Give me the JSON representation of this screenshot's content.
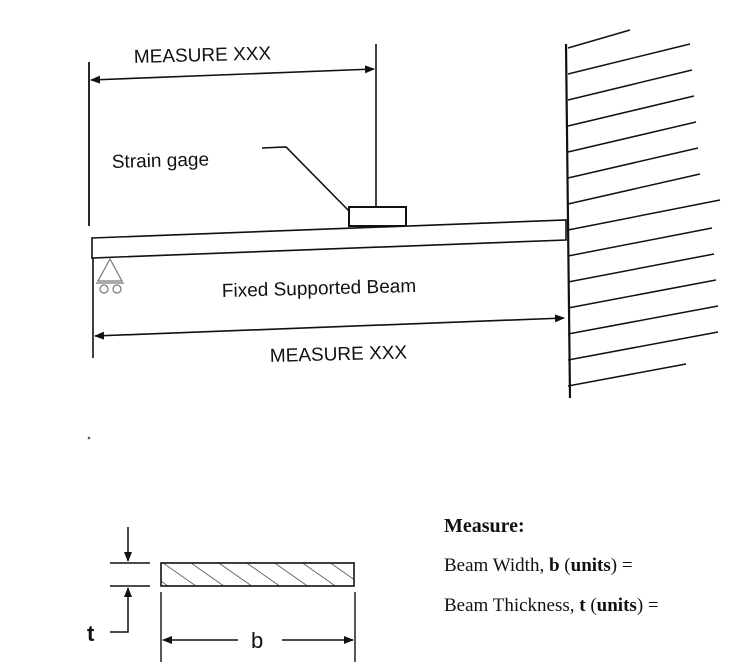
{
  "diagram": {
    "top_measure_label": "MEASURE XXX",
    "strain_gage_label": "Strain gage",
    "beam_label": "Fixed Supported Beam",
    "bottom_measure_label": "MEASURE XXX",
    "cross_section": {
      "thickness_symbol": "t",
      "width_symbol": "b"
    }
  },
  "measure_panel": {
    "heading": "Measure:",
    "width_prefix": "Beam Width, ",
    "width_symbol": "b",
    "width_units": "units",
    "thickness_prefix": "Beam Thickness, ",
    "thickness_symbol": "t",
    "thickness_units": "units"
  }
}
